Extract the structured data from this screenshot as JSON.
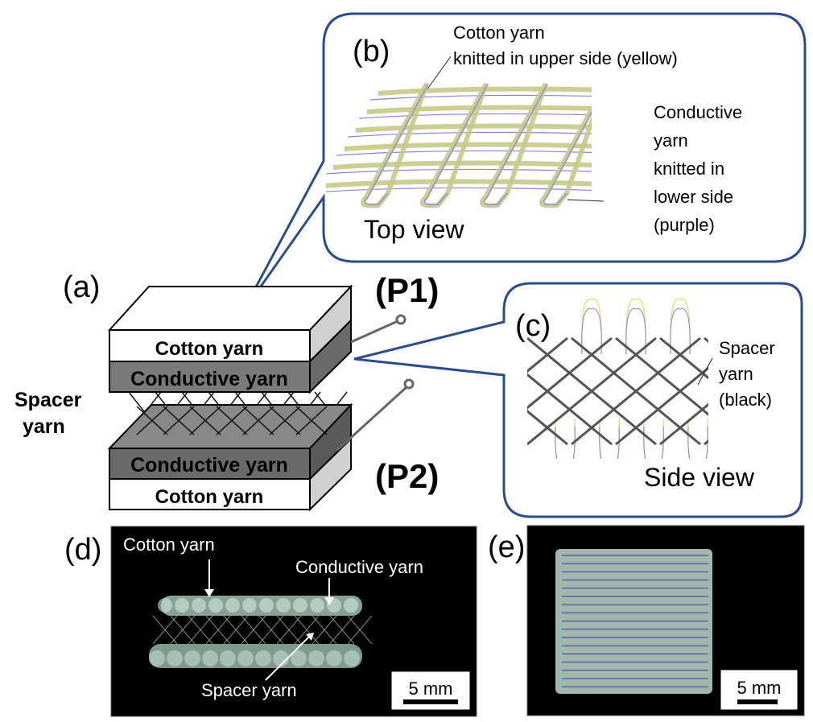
{
  "panel_a": {
    "label": "(a)",
    "spacer_label_line1": "Spacer",
    "spacer_label_line2": "yarn",
    "upper_cotton": "Cotton yarn",
    "upper_conductive": "Conductive yarn",
    "lower_conductive": "Conductive yarn",
    "lower_cotton": "Cotton yarn",
    "p1": "(P1)",
    "p2": "(P2)"
  },
  "panel_b": {
    "label": "(b)",
    "cotton_line1": "Cotton yarn",
    "cotton_line2": "knitted in upper side (yellow)",
    "conductive_lines": [
      "Conductive",
      "yarn",
      "knitted in",
      "lower side",
      "(purple)"
    ],
    "view": "Top view"
  },
  "panel_c": {
    "label": "(c)",
    "spacer_lines": [
      "Spacer",
      "yarn",
      "(black)"
    ],
    "view": "Side view"
  },
  "panel_d": {
    "label": "(d)",
    "cotton": "Cotton yarn",
    "conductive": "Conductive yarn",
    "spacer": "Spacer yarn",
    "scale": "5 mm"
  },
  "panel_e": {
    "label": "(e)",
    "scale": "5 mm"
  },
  "colors": {
    "callout_border": "#2b4c8c",
    "cotton_yellow": "#c8c98a",
    "conductive_purple": "#8a80e0",
    "conductive_gray": "#7a7a7a",
    "dark_side": "#5a5a5a",
    "light_side": "#d0d0d0",
    "photo_bg": "#000000",
    "yarn_glow": "#b8d8c8"
  }
}
